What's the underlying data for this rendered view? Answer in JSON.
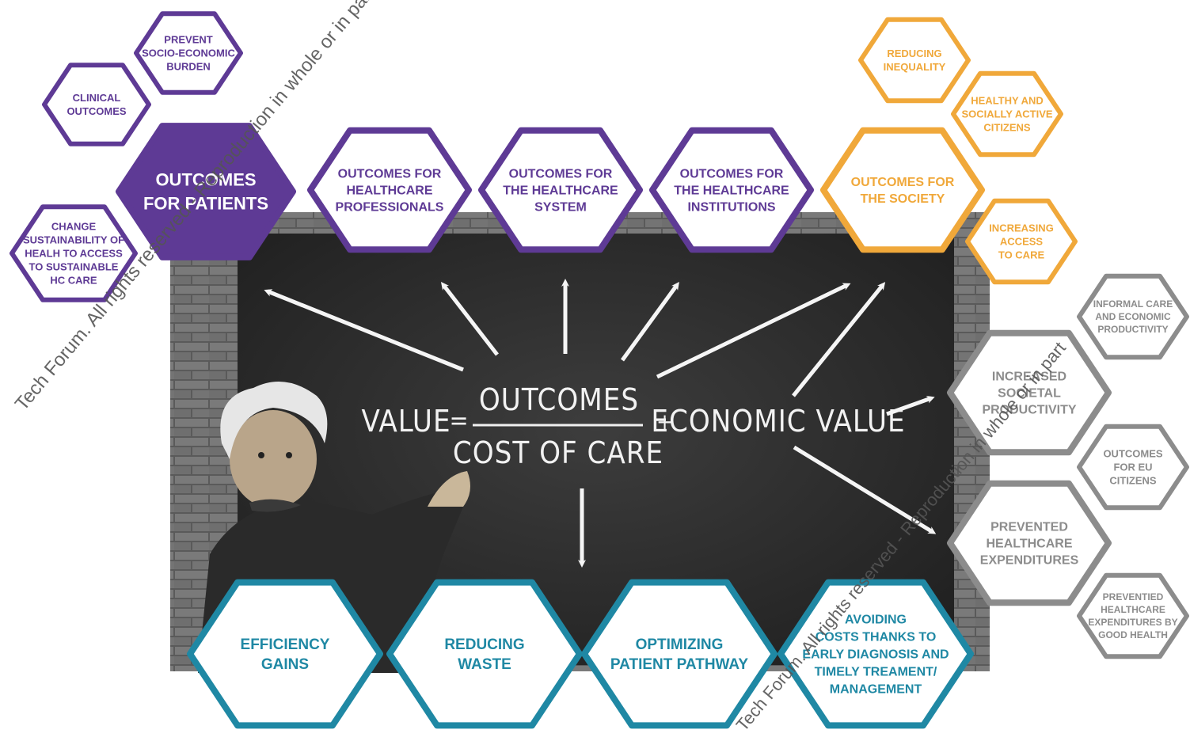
{
  "colors": {
    "purple": "#5e3a95",
    "orange": "#f0a83a",
    "teal": "#1f88a4",
    "gray": "#8c8c8c",
    "chalkboard": "#2f2f2f",
    "brick": "#6e6e6e",
    "watermark": "#d7d7d7"
  },
  "equation": {
    "value": "VALUE",
    "equals": "=",
    "numerator": "OUTCOMES",
    "denominator": "COST OF CARE",
    "plus": "+",
    "economic_value": "ECONOMIC VALUE"
  },
  "hexagons": {
    "prevent_burden": [
      "PREVENT",
      "SOCIO-ECONOMIC",
      "BURDEN"
    ],
    "clinical_outcomes": [
      "CLINICAL",
      "OUTCOMES"
    ],
    "outcomes_patients": [
      "OUTCOMES",
      "FOR PATIENTS"
    ],
    "change_sustainability": [
      "CHANGE",
      "SUSTAINABILITY OF",
      "HEALH TO ACCESS",
      "TO SUSTAINABLE",
      "HC CARE"
    ],
    "outcomes_professionals": [
      "OUTCOMES FOR",
      "HEALTHCARE",
      "PROFESSIONALS"
    ],
    "outcomes_system": [
      "OUTCOMES FOR",
      "THE HEALTHCARE",
      "SYSTEM"
    ],
    "outcomes_institutions": [
      "OUTCOMES FOR",
      "THE HEALTHCARE",
      "INSTITUTIONS"
    ],
    "reducing_inequality": [
      "REDUCING",
      "INEQUALITY"
    ],
    "healthy_citizens": [
      "HEALTHY AND",
      "SOCIALLY ACTIVE",
      "CITIZENS"
    ],
    "outcomes_society": [
      "OUTCOMES FOR",
      "THE SOCIETY"
    ],
    "increasing_access": [
      "INCREASING",
      "ACCESS",
      "TO CARE"
    ],
    "informal_care": [
      "INFORMAL CARE",
      "AND ECONOMIC",
      "PRODUCTIVITY"
    ],
    "societal_productivity": [
      "INCREASED",
      "SOCIETAL",
      "PRODUCTIVITY"
    ],
    "eu_citizens": [
      "OUTCOMES",
      "FOR EU",
      "CITIZENS"
    ],
    "prevented_expenditures": [
      "PREVENTED",
      "HEALTHCARE",
      "EXPENDITURES"
    ],
    "prevented_good_health": [
      "PREVENTIED",
      "HEALTHCARE",
      "EXPENDITURES BY",
      "GOOD HEALTH"
    ],
    "efficiency_gains": [
      "EFFICIENCY",
      "GAINS"
    ],
    "reducing_waste": [
      "REDUCING",
      "WASTE"
    ],
    "patient_pathway": [
      "OPTIMIZING",
      "PATIENT PATHWAY"
    ],
    "avoiding_costs": [
      "AVOIDING",
      "COSTS THANKS TO",
      "EARLY DIAGNOSIS AND",
      "TIMELY TREAMENT/",
      "MANAGEMENT"
    ]
  },
  "watermark": [
    "Tech Forum. All rights reserved - Reproduction in whole or in part is prohibited",
    "Tech Forum. All rights reserved - Reproduction in whole or in part"
  ]
}
